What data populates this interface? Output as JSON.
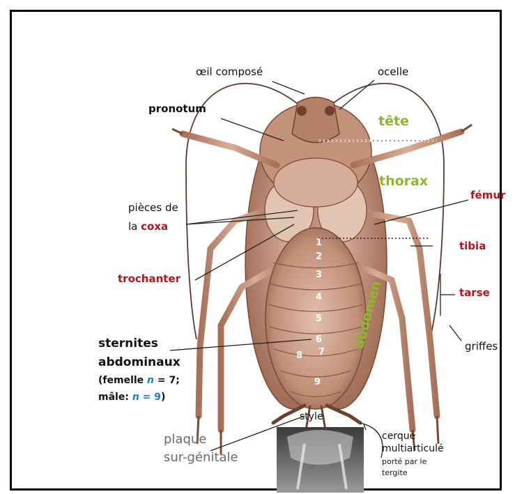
{
  "labels": {
    "oeil_compose": "œil composé",
    "ocelle": "ocelle",
    "pronotum": "pronotum",
    "tete": "tête",
    "thorax": "thorax",
    "femur": "fémur",
    "pieces_de": "pièces de",
    "la": "la",
    "coxa": "coxa",
    "tibia": "tibia",
    "trochanter": "trochanter",
    "tarse": "tarse",
    "griffes": "griffes",
    "abdomen": "abdomen",
    "sternites_line1": "sternites",
    "sternites_line2": "abdominaux",
    "femelle_open": "(femelle ",
    "n1": "n",
    "eq1": " = 7",
    "semi": ";",
    "male": "mâle: ",
    "n2": "n",
    "eq2": " = 9",
    "close": ")",
    "style": "style",
    "plaque_line1": "plaque",
    "plaque_line2": "sur-génitale",
    "cerque_line1": "cerque",
    "cerque_line2": "multiarticulé",
    "cerque_line3": "porté par le",
    "cerque_line4": "tergite"
  },
  "segment_numbers": [
    "1",
    "2",
    "3",
    "4",
    "5",
    "6",
    "7",
    "8",
    "9"
  ],
  "colors": {
    "black_label": "#111111",
    "red_label": "#b4141e",
    "green_label": "#8aba2a",
    "blue_label": "#1a7fc8",
    "gray_label": "#6b6b6b",
    "body_main": "#c89a84",
    "body_dark": "#8a5a46"
  }
}
